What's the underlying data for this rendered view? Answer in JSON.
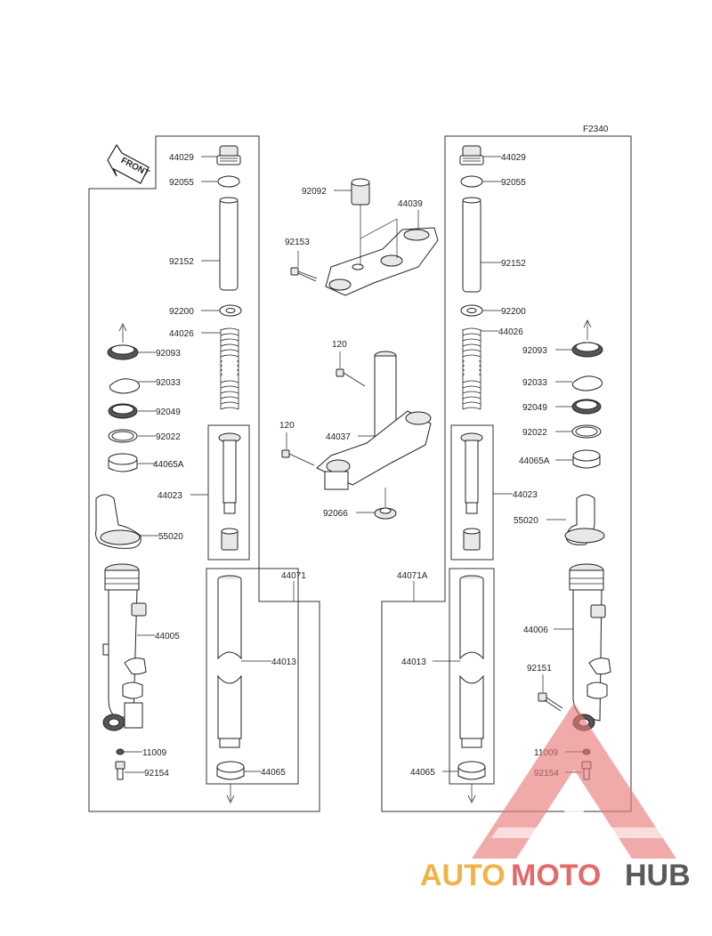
{
  "diagram": {
    "code": "F2340",
    "front_label": "FRONT",
    "labels": {
      "l_44029": "44029",
      "l_92055": "92055",
      "l_92152": "92152",
      "l_92200": "92200",
      "l_44026": "44026",
      "l_92093": "92093",
      "l_92033": "92033",
      "l_92049": "92049",
      "l_92022": "92022",
      "l_44065A": "44065A",
      "l_44023": "44023",
      "l_55020": "55020",
      "l_44005": "44005",
      "l_11009": "11009",
      "l_92154": "92154",
      "l_44071": "44071",
      "l_44013": "44013",
      "l_44065": "44065",
      "r_44029": "44029",
      "r_92055": "92055",
      "r_92152": "92152",
      "r_92200": "92200",
      "r_44026": "44026",
      "r_92093": "92093",
      "r_92033": "92033",
      "r_92049": "92049",
      "r_92022": "92022",
      "r_44065A": "44065A",
      "r_44023": "44023",
      "r_55020": "55020",
      "r_44006": "44006",
      "r_92151": "92151",
      "r_11009": "11009",
      "r_92154": "92154",
      "r_44071A": "44071A",
      "r_44013": "44013",
      "r_44065": "44065",
      "c_92092": "92092",
      "c_44039": "44039",
      "c_92153": "92153",
      "c_120a": "120",
      "c_120b": "120",
      "c_44037": "44037",
      "c_92066": "92066"
    }
  },
  "watermark": {
    "part1": "AUTO",
    "part2": "MOTO",
    "part3": "HUB"
  }
}
